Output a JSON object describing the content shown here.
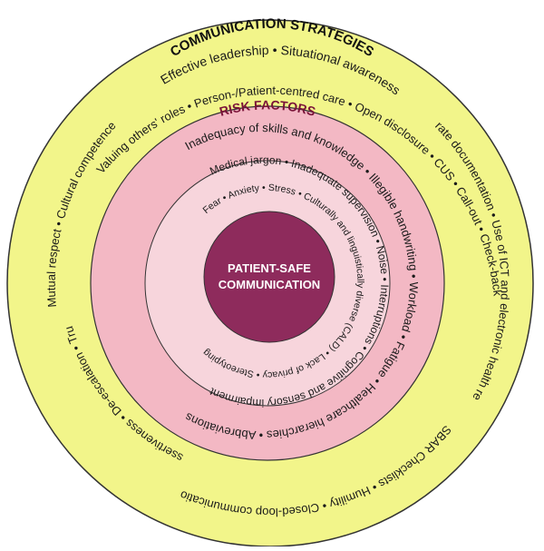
{
  "colors": {
    "outer_ring": "#f2f58a",
    "middle_ring": "#f3b8c4",
    "inner_ring": "#f7d5dc",
    "center": "#8e2b5c",
    "border": "#333333",
    "risk_title": "#7a1238",
    "text": "#1a1a1a",
    "center_text": "#ffffff"
  },
  "outer": {
    "title": "COMMUNICATION STRATEGIES",
    "top_arc": "Valuing others' roles  •  Person-/Patient-centred care  •  Open disclosure  •  CUS  •  Call-out  •  Check-back",
    "top_arc_2": "Effective leadership  •  Situational awareness",
    "right_arc": "Accurate documentation  •  Use of ICT and electronic health records",
    "bottom_arc": "ISBAR Checklists  •  Humility  •  Closed-loop communication",
    "left_arc": "Mutual respect  •  Cultural competence",
    "left_bottom_arc": "Assertiveness  •  De-escalation  •  Trust"
  },
  "risk": {
    "title": "RISK FACTORS",
    "ring1": "Inadequacy of skills and knowledge  •  Illegible handwriting  •  Workload  •  Fatigue  •  Healthcare hierarchies  •  Abbreviations",
    "ring2": "Medical jargon  •  Inadequate supervision  •  Noise  •  Interruptions  •  Cognitive and sensory impairment",
    "ring3": "Fear  •  Anxiety  •  Stress  •  Culturally and linguistically diverse (CALD)  •  Lack of privacy  •  Stereotyping"
  },
  "center": {
    "line1": "PATIENT-SAFE",
    "line2": "COMMUNICATION"
  }
}
